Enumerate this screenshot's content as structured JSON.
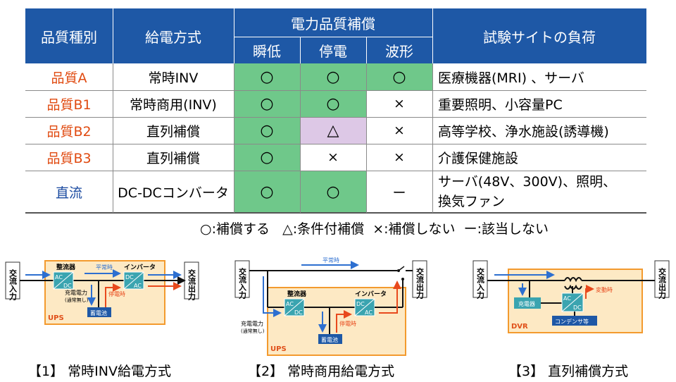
{
  "table": {
    "headers": {
      "type": "品質種別",
      "method": "給電方式",
      "compensation": "電力品質補償",
      "sag": "瞬低",
      "outage": "停電",
      "waveform": "波形",
      "load": "試験サイトの負荷"
    },
    "rows": [
      {
        "type": "品質A",
        "method": "常時INV",
        "sag": "○",
        "outage": "○",
        "waveform": "○",
        "load": "医療機器(MRI) 、サーバ"
      },
      {
        "type": "品質B1",
        "method": "常時商用(INV)",
        "sag": "○",
        "outage": "○",
        "waveform": "×",
        "load": "重要照明、小容量PC"
      },
      {
        "type": "品質B2",
        "method": "直列補償",
        "sag": "○",
        "outage": "△",
        "waveform": "×",
        "load": "高等学校、浄水施設(誘導機)"
      },
      {
        "type": "品質B3",
        "method": "直列補償",
        "sag": "○",
        "outage": "×",
        "waveform": "×",
        "load": "介護保健施設"
      },
      {
        "type": "直流",
        "method": "DC-DCコンバータ",
        "sag": "○",
        "outage": "○",
        "waveform": "ー",
        "load": "サーバ(48V、300V)、照明、",
        "load2": "換気ファン"
      }
    ],
    "legend": "○:補償する   △:条件付補償  ×:補償しない  ー:該当しない"
  },
  "colors": {
    "header_bg": "#1e58a6",
    "green": "#6fc88a",
    "pink": "#ddc8e6",
    "type_red": "#e04a10",
    "type_blue": "#1a4aa0",
    "ups_box": "#fde9c4",
    "ups_border": "#f39a2e",
    "arrow_blue": "#2d6fd0",
    "arrow_red": "#e8491d",
    "block_teal": "#3aa4b0"
  },
  "diagrams": [
    {
      "caption": "【1】 常時INV給電方式",
      "input": "交流入力",
      "output": "交流出力",
      "rectifier": "整流器",
      "inverter": "インバータ",
      "normal": "平常時",
      "charge": "充電電力",
      "charge_note": "(通常無し)",
      "outage": "停電時",
      "battery": "蓄電池",
      "box": "UPS",
      "ac": "AC",
      "dc": "DC"
    },
    {
      "caption": "【2】 常時商用給電方式",
      "input": "交流入力",
      "output": "交流出力",
      "rectifier": "整流器",
      "inverter": "インバータ",
      "normal": "平常時",
      "charge": "充電電力",
      "charge_note": "(通常無し)",
      "outage": "停電時",
      "battery": "蓄電池",
      "box": "UPS",
      "ac": "AC",
      "dc": "DC"
    },
    {
      "caption": "【3】 直列補償方式",
      "input": "交流入力",
      "output": "交流出力",
      "charger": "充電器",
      "variation": "変動時",
      "capacitor": "コンデンサ等",
      "box": "DVR",
      "ac": "AC",
      "dc": "DC"
    }
  ]
}
